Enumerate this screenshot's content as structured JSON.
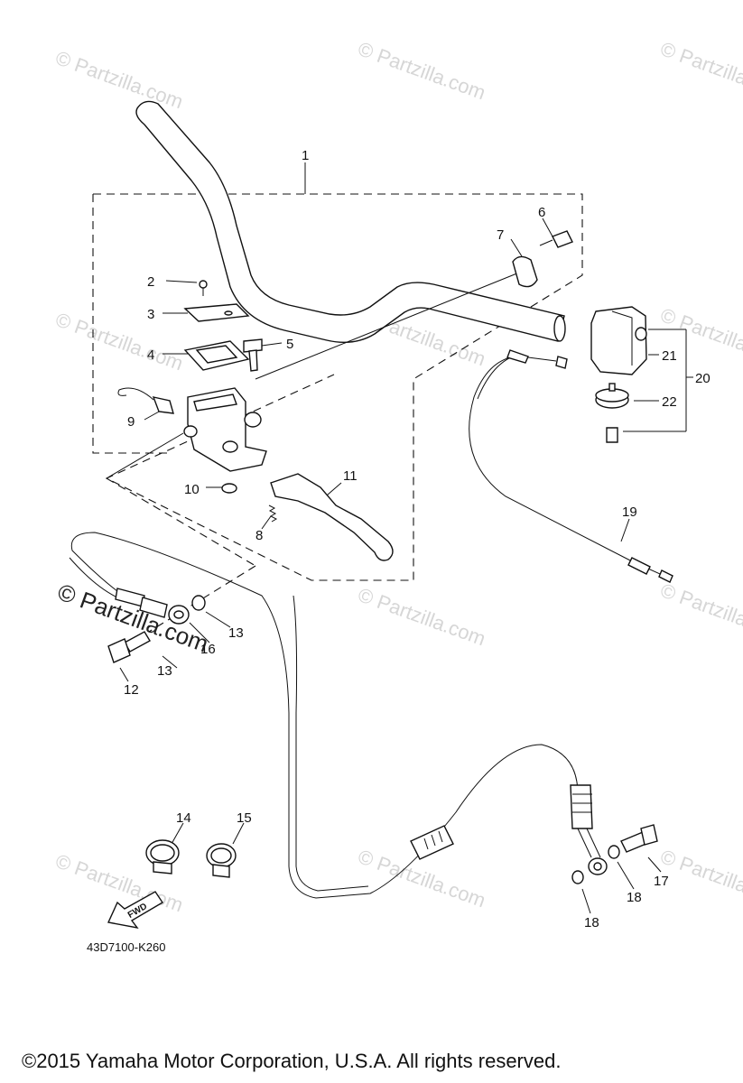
{
  "watermark_small": "© Partzilla.com",
  "watermark_large": "© Partzilla.com",
  "part_code": "43D7100-K260",
  "fwd_arrow_text": "FWD",
  "copyright": "©2015  Yamaha Motor Corporation, U.S.A. All rights reserved.",
  "callouts": [
    "1",
    "2",
    "3",
    "4",
    "5",
    "6",
    "7",
    "8",
    "9",
    "10",
    "11",
    "12",
    "13",
    "13",
    "14",
    "15",
    "16",
    "17",
    "18",
    "18",
    "19",
    "20",
    "21",
    "22"
  ]
}
